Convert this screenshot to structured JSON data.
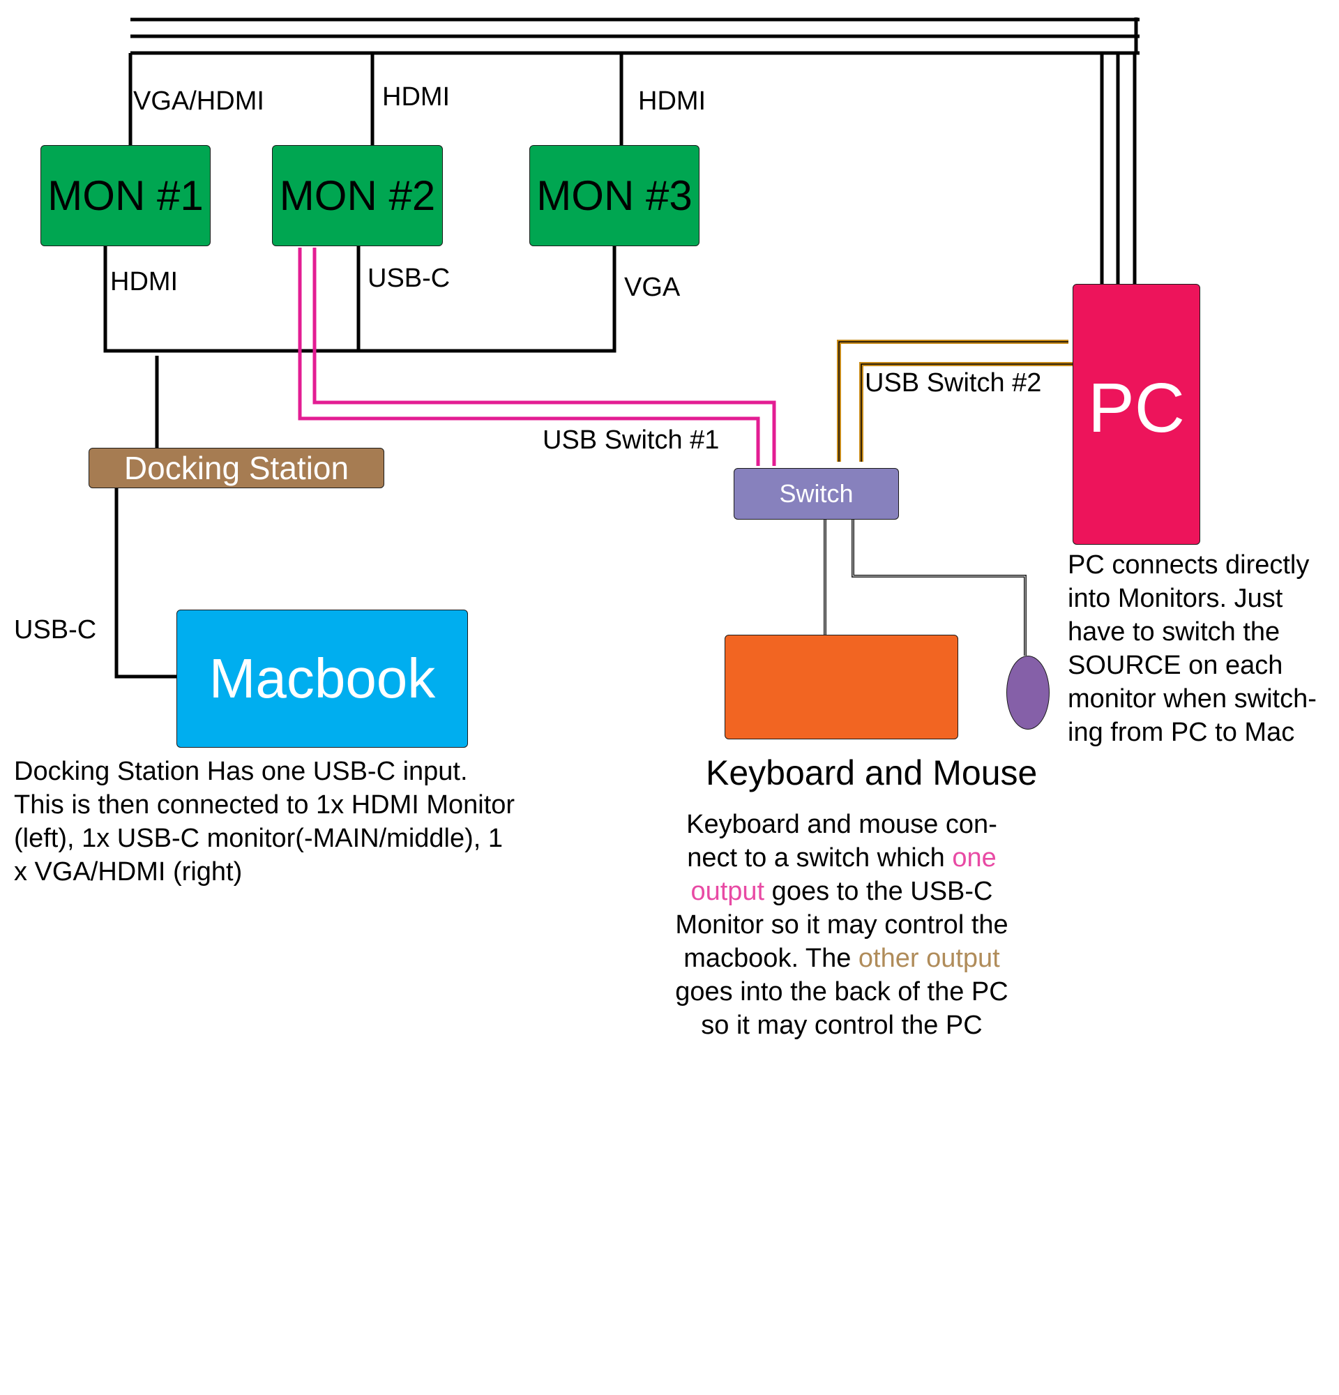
{
  "colors": {
    "monitor": "#00a651",
    "pc": "#ed145b",
    "macbook": "#00aeef",
    "dock": "#a67c52",
    "switch": "#8781bd",
    "keyboard": "#f26522",
    "mouse": "#8560a8",
    "usb_switch_1_cable": "#e31d93",
    "usb_switch_2_cable": "#c68a1a",
    "highlight_one_output": "#e84aa4",
    "highlight_other_output": "#b08c5a"
  },
  "nodes": {
    "mon1": "MON #1",
    "mon2": "MON #2",
    "mon3": "MON #3",
    "pc": "PC",
    "dock": "Docking Station",
    "macbook": "Macbook",
    "switch": "Switch",
    "keyboard_mouse_title": "Keyboard and Mouse"
  },
  "edge_labels": {
    "mon1_top": "VGA/HDMI",
    "mon2_top": "HDMI",
    "mon3_top": "HDMI",
    "mon1_bottom": "HDMI",
    "mon2_bottom": "USB-C",
    "mon3_bottom": "VGA",
    "usb_switch_1": "USB Switch #1",
    "usb_switch_2": "USB Switch #2",
    "macbook_usb": "USB-C"
  },
  "notes": {
    "dock": "Docking Station Has one USB-C input. This is then connected to 1x HDMI Monitor (left), 1x USB-C monitor(-MAIN/middle), 1 x VGA/HDMI (right)",
    "pc": "PC connects directly into Monitors. Just have to switch the SOURCE on each monitor when switch-ing from PC to Mac",
    "keyboard": {
      "part1": "Keyboard and mouse con-nect to a switch which ",
      "one_output": "one output",
      "part2": " goes to the USB-C Monitor so it may control the macbook. The ",
      "other_output": "other output",
      "part3": " goes into the back of the PC so it may control the PC"
    }
  }
}
